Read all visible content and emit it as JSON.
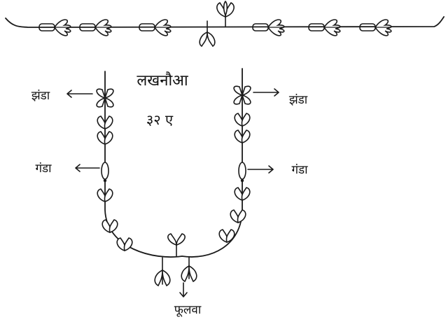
{
  "title": "लखनौआ",
  "number": "३२ ए",
  "labels": {
    "top_left": "झंडा",
    "top_right": "झंडा",
    "mid_left": "गंडा",
    "mid_right": "गंडा",
    "bottom": "फूलवा"
  },
  "colors": {
    "ink": "#1a1a1a",
    "paper": "#ffffff"
  }
}
